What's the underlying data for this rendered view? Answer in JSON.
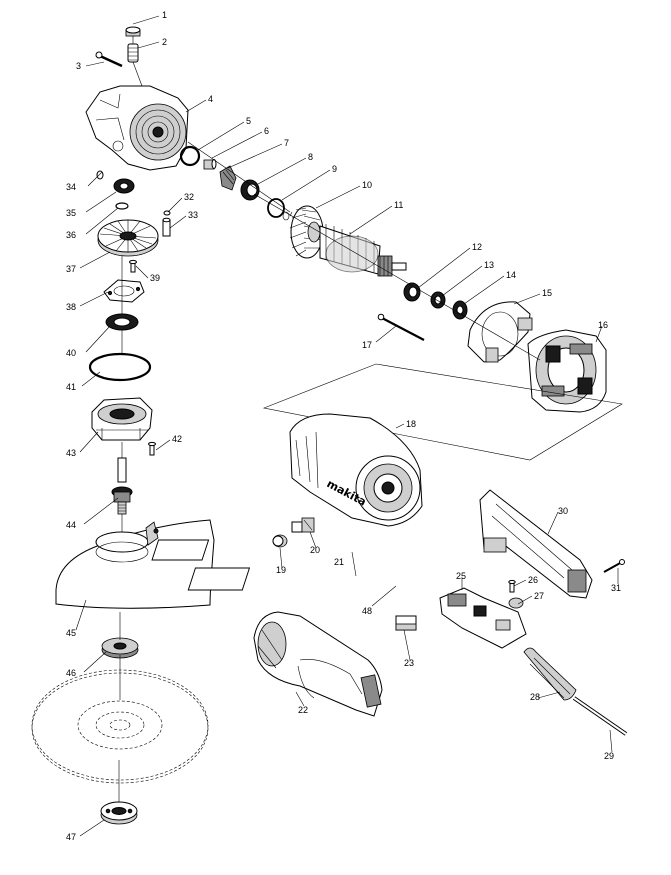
{
  "callouts": [
    {
      "id": "1",
      "text": "1"
    },
    {
      "id": "2",
      "text": "2"
    },
    {
      "id": "3",
      "text": "3"
    },
    {
      "id": "4",
      "text": "4"
    },
    {
      "id": "5",
      "text": "5"
    },
    {
      "id": "6",
      "text": "6"
    },
    {
      "id": "7",
      "text": "7"
    },
    {
      "id": "8",
      "text": "8"
    },
    {
      "id": "9",
      "text": "9"
    },
    {
      "id": "10",
      "text": "10"
    },
    {
      "id": "11",
      "text": "11"
    },
    {
      "id": "12",
      "text": "12"
    },
    {
      "id": "13",
      "text": "13"
    },
    {
      "id": "14",
      "text": "14"
    },
    {
      "id": "15",
      "text": "15"
    },
    {
      "id": "16",
      "text": "16"
    },
    {
      "id": "17",
      "text": "17"
    },
    {
      "id": "18",
      "text": "18"
    },
    {
      "id": "19",
      "text": "19"
    },
    {
      "id": "20",
      "text": "20"
    },
    {
      "id": "21",
      "text": "21"
    },
    {
      "id": "22",
      "text": "22"
    },
    {
      "id": "23",
      "text": "23"
    },
    {
      "id": "25",
      "text": "25"
    },
    {
      "id": "26",
      "text": "26"
    },
    {
      "id": "27",
      "text": "27"
    },
    {
      "id": "28",
      "text": "28"
    },
    {
      "id": "29",
      "text": "29"
    },
    {
      "id": "30",
      "text": "30"
    },
    {
      "id": "31",
      "text": "31"
    },
    {
      "id": "32",
      "text": "32"
    },
    {
      "id": "33",
      "text": "33"
    },
    {
      "id": "34",
      "text": "34"
    },
    {
      "id": "35",
      "text": "35"
    },
    {
      "id": "36",
      "text": "36"
    },
    {
      "id": "37",
      "text": "37"
    },
    {
      "id": "38",
      "text": "38"
    },
    {
      "id": "39",
      "text": "39"
    },
    {
      "id": "40",
      "text": "40"
    },
    {
      "id": "41",
      "text": "41"
    },
    {
      "id": "42",
      "text": "42"
    },
    {
      "id": "43",
      "text": "43"
    },
    {
      "id": "44",
      "text": "44"
    },
    {
      "id": "45",
      "text": "45"
    },
    {
      "id": "46",
      "text": "46"
    },
    {
      "id": "47",
      "text": "47"
    },
    {
      "id": "48",
      "text": "48"
    }
  ],
  "housing_brand": "makita"
}
